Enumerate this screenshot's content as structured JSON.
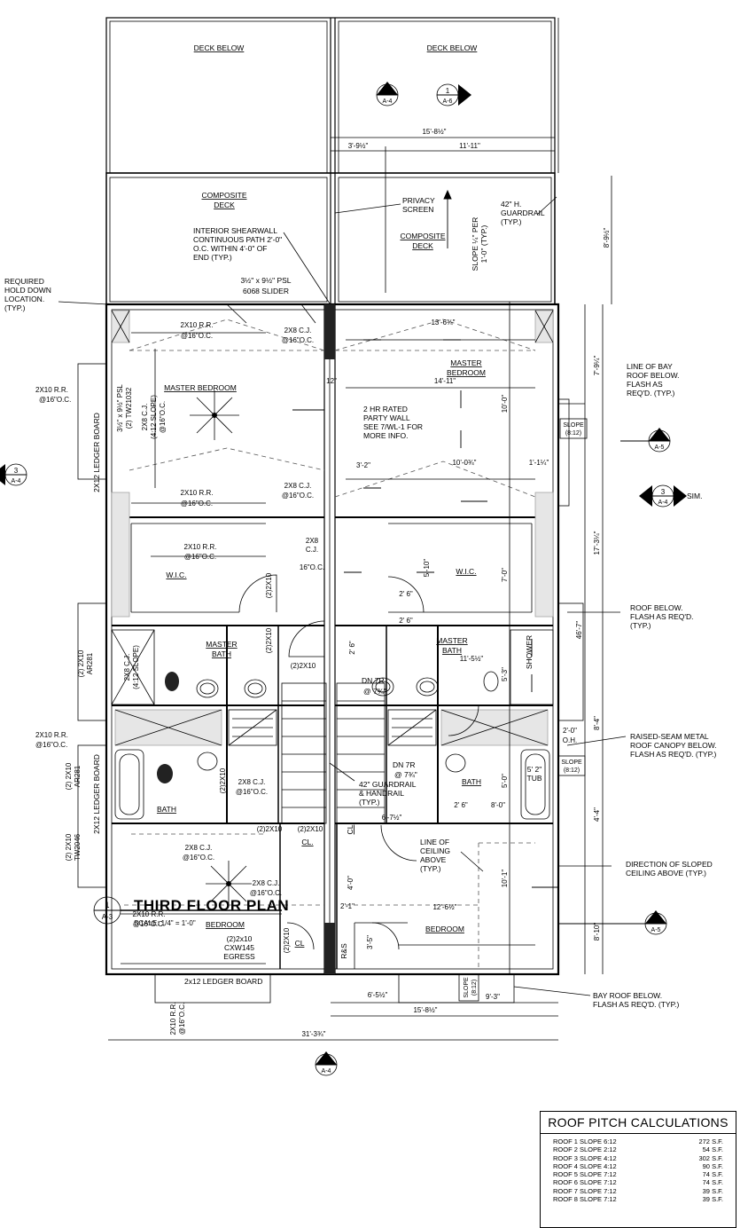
{
  "rooms": {
    "deck_below_left": "DECK BELOW",
    "deck_below_right": "DECK BELOW",
    "composite_deck_left_1": "COMPOSITE",
    "composite_deck_left_2": "DECK",
    "composite_deck_right_1": "COMPOSITE",
    "composite_deck_right_2": "DECK",
    "master_bedroom_left": "MASTER BEDROOM",
    "master_bedroom_right_1": "MASTER",
    "master_bedroom_right_2": "BEDROOM",
    "wic_left": "W.I.C.",
    "wic_right": "W.I.C.",
    "master_bath_left_1": "MASTER",
    "master_bath_left_2": "BATH",
    "master_bath_right_1": "MASTER",
    "master_bath_right_2": "BATH",
    "bath_left": "BATH",
    "bath_right": "BATH",
    "bedroom_left": "BEDROOM",
    "bedroom_right": "BEDROOM",
    "cl_1": "CL.",
    "cl_2": "CL",
    "cl_3": "CL",
    "shower": "SHOWER",
    "tub_1": "5' 2\"",
    "tub_2": "TUB"
  },
  "notes": {
    "privacy_1": "PRIVACY",
    "privacy_2": "SCREEN",
    "guardrail_1": "42\" H.",
    "guardrail_2": "GUARDRAIL",
    "guardrail_3": "(TYP.)",
    "shear_1": "INTERIOR SHEARWALL",
    "shear_2": "CONTINUOUS PATH 2'-0\"",
    "shear_3": "O.C. WITHIN 4'-0\" OF",
    "shear_4": "END (TYP.)",
    "psl_1": "3½\" x 9½\" PSL",
    "psl_2": "6068 SLIDER",
    "hold_1": "REQUIRED",
    "hold_2": "HOLD DOWN",
    "hold_3": "LOCATION.",
    "hold_4": "(TYP.)",
    "slope_1": "SLOPE ¼\" PER",
    "slope_2": "1'-0\" (TYP.)",
    "bay_line_1": "LINE OF BAY",
    "bay_line_2": "ROOF BELOW.",
    "bay_line_3": "FLASH AS",
    "bay_line_4": "REQ'D. (TYP.)",
    "party_1": "2 HR RATED",
    "party_2": "PARTY WALL",
    "party_3": "SEE 7/WL-1 FOR",
    "party_4": "MORE INFO.",
    "roof_below_1": "ROOF BELOW.",
    "roof_below_2": "FLASH AS REQ'D.",
    "roof_below_3": "(TYP.)",
    "raised_1": "RAISED-SEAM METAL",
    "raised_2": "ROOF CANOPY BELOW.",
    "raised_3": "FLASH AS REQ'D. (TYP.)",
    "ceiling_1": "LINE OF",
    "ceiling_2": "CEILING",
    "ceiling_3": "ABOVE",
    "ceiling_4": "(TYP.)",
    "sloped_1": "DIRECTION OF SLOPED",
    "sloped_2": "CEILING ABOVE (TYP.)",
    "bay_below_1": "BAY ROOF BELOW.",
    "bay_below_2": "FLASH AS REQ'D. (TYP.)",
    "guard_hand_1": "42\" GUARDRAIL",
    "guard_hand_2": "& HANDRAIL",
    "guard_hand_3": "(TYP.)",
    "dn_upper_1": "DN 7R",
    "dn_upper_2": "@ 7¾\"",
    "dn_lower_1": "DN 7R",
    "dn_lower_2": "@ 7¾\"",
    "egress_1": "(2)2x10",
    "egress_2": "CXW145",
    "egress_3": "EGRESS",
    "ledger_top": "2x12 LEDGER BOARD",
    "ledger_left_1": "2X12 LEDGER BOARD",
    "ledger_left_2": "2X12 LEDGER BOARD",
    "sim": "SIM.",
    "rs": "R&S"
  },
  "framing": {
    "rr_top_left_1": "2X10 R.R.",
    "rr_top_left_2": "@16\"O.C.",
    "cj_top_1": "2X8 C.J.",
    "cj_top_2": "@16\"O.C.",
    "psl_vert_1": "3½\" x 9½\" PSL",
    "psl_vert_2": "(2) TW21032",
    "cj_slope_1": "2X8 C.J.",
    "cj_slope_2": "(4:12 SLOPE)",
    "cj_slope_3": "@16\"O.C.",
    "rr_left_out_1": "2X10 R.R.",
    "rr_left_out_2": "@16\"O.C.",
    "rr_mid_1": "2X10 R.R.",
    "rr_mid_2": "@16\"O.C.",
    "cj_mid_1": "2X8 C.J.",
    "cj_mid_2": "@16\"O.C.",
    "rr_wic_1": "2X10 R.R.",
    "rr_wic_2": "@16\"O.C.",
    "cj_wic_1": "2X8",
    "cj_wic_2": "C.J.",
    "cj_wic_3": "16\"O.C.",
    "ar_1": "(2) 2X10",
    "ar_2": "AR281",
    "cj_bath_1": "2X8 C.J.",
    "cj_bath_2": "(4:12 SLOPE)",
    "rr_left_low_1": "2X10 R.R.",
    "rr_left_low_2": "@16\"O.C.",
    "ar_low_1": "(2) 2X10",
    "ar_low_2": "AR281",
    "tw_low_1": "(2) 2X10",
    "tw_low_2": "TW2046",
    "cj_low_1": "2X8 C.J.",
    "cj_low_2": "@16\"O.C.",
    "cj_bed_1": "2X8 C.J.",
    "cj_bed_2": "@16\"O.C.",
    "cj_bed2_1": "2X8 C.J.",
    "cj_bed2_2": "@16\"O.C.",
    "rr_bed_1": "2X10 R.R.",
    "rr_bed_2": "@16\"O.C.",
    "rr_bottom_1": "2X10 R.R.",
    "rr_bottom_2": "@16\"O.C.",
    "hdr_1": "(2)2X10",
    "hdr_2": "(2)2X10",
    "hdr_3": "(2)2X10",
    "hdr_4": "(2)2X10",
    "hdr_5": "(2)2X10",
    "hdr_6": "(2)2X10",
    "hdr_7": "(2)2X10"
  },
  "dimensions": {
    "d_15_8": "15'-8½\"",
    "d_3_9": "3'-9½\"",
    "d_11_11": "11'-11\"",
    "d_8_9": "8'-9½\"",
    "d_13_6": "13'-6¾\"",
    "d_14_11": "14'-11\"",
    "d_7_9": "7'-9¼\"",
    "d_10_0": "10'-0\"",
    "d_12": "12\"",
    "d_3_2": "3'-2\"",
    "d_10_0b": "10'-0¾\"",
    "d_1_1": "1'-1¼\"",
    "d_17_3": "17'-3¼\"",
    "d_46_7": "46'-7\"",
    "d_5_10": "5'-10\"",
    "d_7_0": "7'-0\"",
    "d_2_6a": "2' 6\"",
    "d_2_6b": "2' 6\"",
    "d_2_6c": "2' 6\"",
    "d_2_6d": "2' 6\"",
    "d_11_5": "11'-5½\"",
    "d_5_3": "5'-3\"",
    "d_2_0": "2'-0\"",
    "d_oh": "O.H.",
    "d_8_4": "8'-4\"",
    "d_5_0": "5'-0\"",
    "d_8_0": "8'-0\"",
    "d_4_4": "4'-4\"",
    "d_6_7": "6'-7½\"",
    "d_10_1": "10'-1\"",
    "d_12_6": "12'-6½\"",
    "d_8_10": "8'-10\"",
    "d_4_0": "4'-0\"",
    "d_2_1": "2'-1\"",
    "d_6_5": "6'-5½\"",
    "d_9_3": "9'-3\"",
    "d_15_8b": "15'-8½\"",
    "d_31_3": "31'-3¾\"",
    "d_3_5": "3'-5\""
  },
  "slope_tags": [
    {
      "label_1": "SLOPE",
      "label_2": "(8:12)"
    },
    {
      "label_1": "SLOPE",
      "label_2": "(8:12)"
    },
    {
      "label_1": "SLOPE",
      "label_2": "(8:12)"
    }
  ],
  "section_markers": [
    {
      "num": "2",
      "sheet": "A-4"
    },
    {
      "num": "1",
      "sheet": "A-6"
    },
    {
      "num": "3",
      "sheet": "A-4"
    },
    {
      "num": "2",
      "sheet": "A-5"
    },
    {
      "num": "3",
      "sheet": "A-4"
    },
    {
      "num": "1",
      "sheet": "A-5"
    },
    {
      "num": "1",
      "sheet": "A-4"
    }
  ],
  "title": {
    "num": "1",
    "sheet": "A-3",
    "name": "THIRD FLOOR PLAN",
    "scale": "SCALE: 1/4\" = 1'-0\""
  },
  "roof_table": {
    "title": "ROOF PITCH CALCULATIONS",
    "rows": [
      {
        "label": "ROOF 1 SLOPE 6:12",
        "area": "272 S.F."
      },
      {
        "label": "ROOF 2 SLOPE 2:12",
        "area": "54 S.F."
      },
      {
        "label": "ROOF 3 SLOPE 4:12",
        "area": "302 S.F."
      },
      {
        "label": "ROOF 4 SLOPE 4:12",
        "area": "90 S.F."
      },
      {
        "label": "ROOF 5 SLOPE 7:12",
        "area": "74 S.F."
      },
      {
        "label": "ROOF 6 SLOPE 7:12",
        "area": "74 S.F."
      },
      {
        "label": "ROOF 7 SLOPE 7:12",
        "area": "39 S.F."
      },
      {
        "label": "ROOF 8 SLOPE 7:12",
        "area": "39 S.F."
      }
    ]
  }
}
